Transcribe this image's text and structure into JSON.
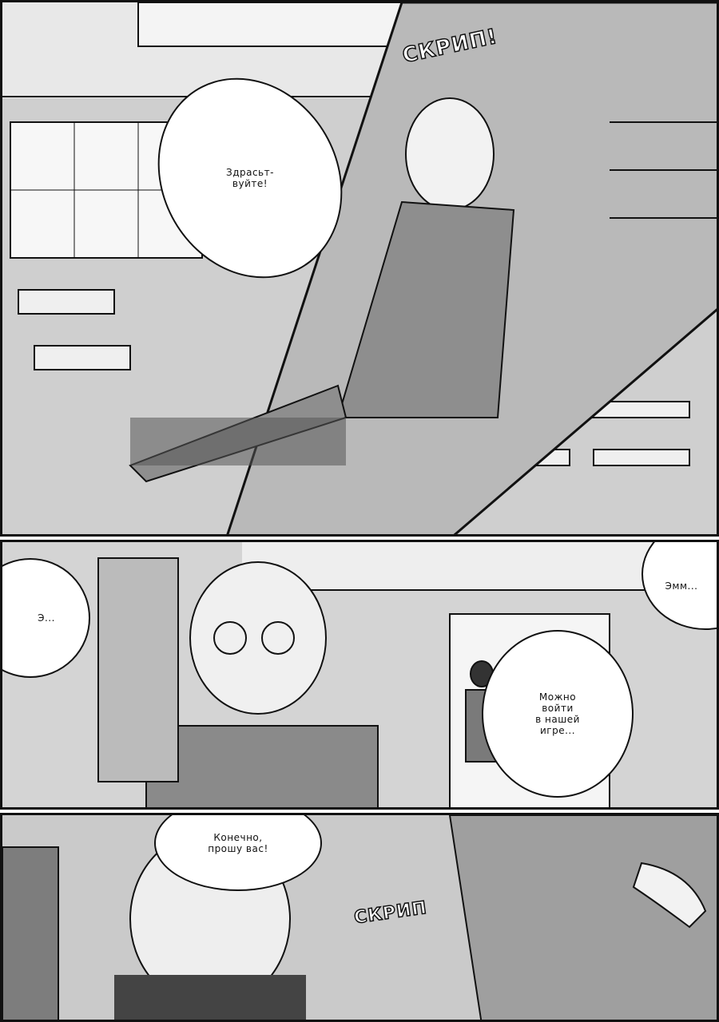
{
  "page": {
    "background": "#ffffff",
    "ink": "#111111",
    "tone": "#d9d9d9"
  },
  "panels": {
    "top": {
      "sfx": "СКРИП!",
      "bubble_greeting": "Здрасьт-\nвуйте!"
    },
    "middle": {
      "bubble_left": "Э...",
      "bubble_right_top": "Эмм...",
      "bubble_question": "Можно\nвойти\nв нашей\nигре..."
    },
    "bottom": {
      "bubble_answer": "Конечно,\nпрошу вас!",
      "sfx": "СКРИП"
    }
  }
}
